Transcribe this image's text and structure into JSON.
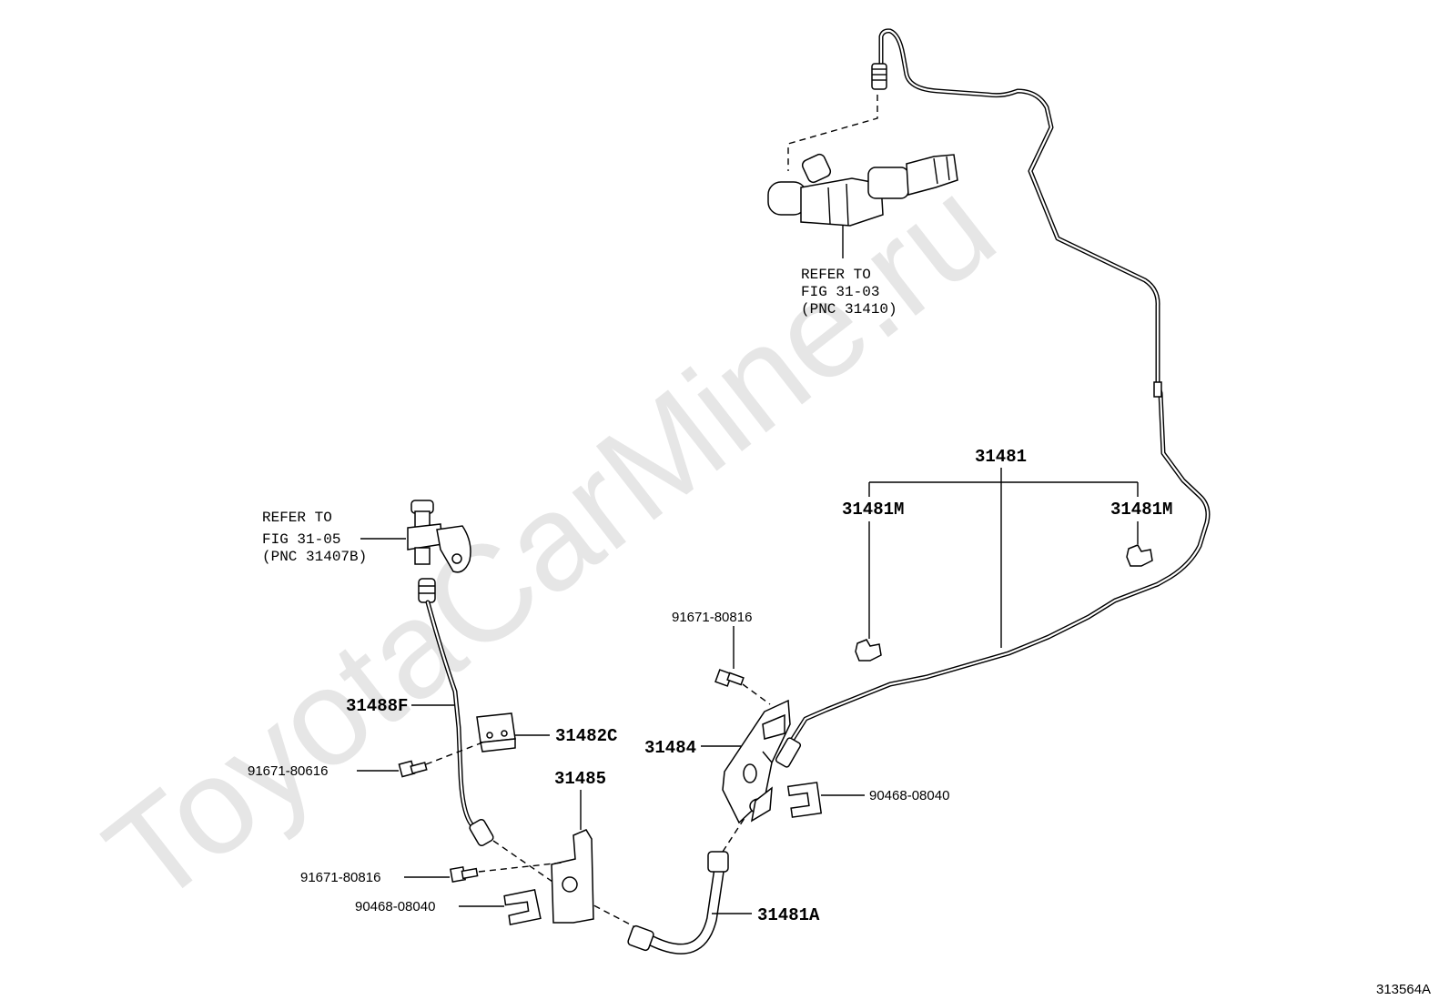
{
  "watermark": "ToyotaCarMine.ru",
  "figure_code": "313564A",
  "refs": {
    "master_cylinder": [
      "REFER TO",
      "FIG 31-03",
      "(PNC 31410)"
    ],
    "release_cylinder": [
      "REFER TO",
      "FIG 31-05",
      "(PNC 31407B)"
    ]
  },
  "parts": {
    "p31481": "31481",
    "p31481M_left": "31481M",
    "p31481M_right": "31481M",
    "p31488F": "31488F",
    "p31482C": "31482C",
    "p31484": "31484",
    "p31485": "31485",
    "p31481A": "31481A",
    "bolt_upper": "91671-80816",
    "bolt_left": "91671-80616",
    "bolt_lower": "91671-80816",
    "clip_right": "90468-08040",
    "clip_left": "90468-08040"
  }
}
